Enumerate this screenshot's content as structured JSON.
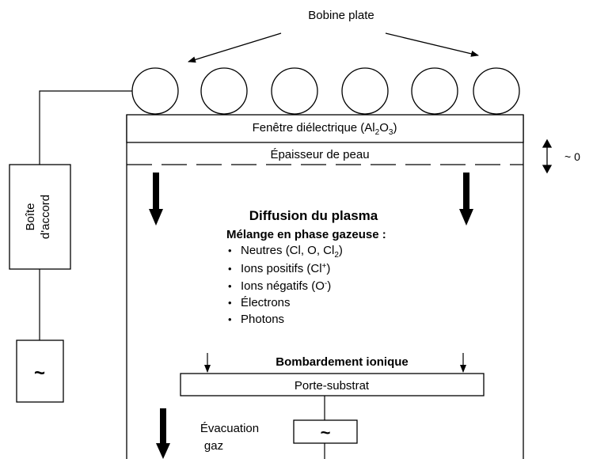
{
  "coil_label": "Bobine plate",
  "window": {
    "text": "Fenêtre diélectrique (Al",
    "sub1": "2",
    "mid": "O",
    "sub2": "3",
    "end": ")"
  },
  "skin_depth": {
    "label": "Épaisseur de peau",
    "side_label": "~ 0"
  },
  "tuning_box": {
    "line1": "Boîte",
    "line2": "d'accord"
  },
  "rf_source_symbol": "~",
  "bias_source_symbol": "~",
  "diffusion_title": "Diffusion du plasma",
  "mixture": {
    "title": "Mélange en phase gazeuse :",
    "bullet": "•",
    "neutrals": {
      "text": "Neutres (Cl, O, Cl",
      "sub": "2",
      "end": ")"
    },
    "positive_ions": {
      "text": "Ions positifs (Cl",
      "sup": "+",
      "end": ")"
    },
    "negative_ions": {
      "text": "Ions négatifs (O",
      "sup": "-",
      "end": ")"
    },
    "electrons": "Électrons",
    "photons": "Photons"
  },
  "bombardment_label": "Bombardement ionique",
  "substrate_label": "Porte-substrat",
  "exhaust": {
    "line1": "Évacuation",
    "line2": "gaz"
  }
}
